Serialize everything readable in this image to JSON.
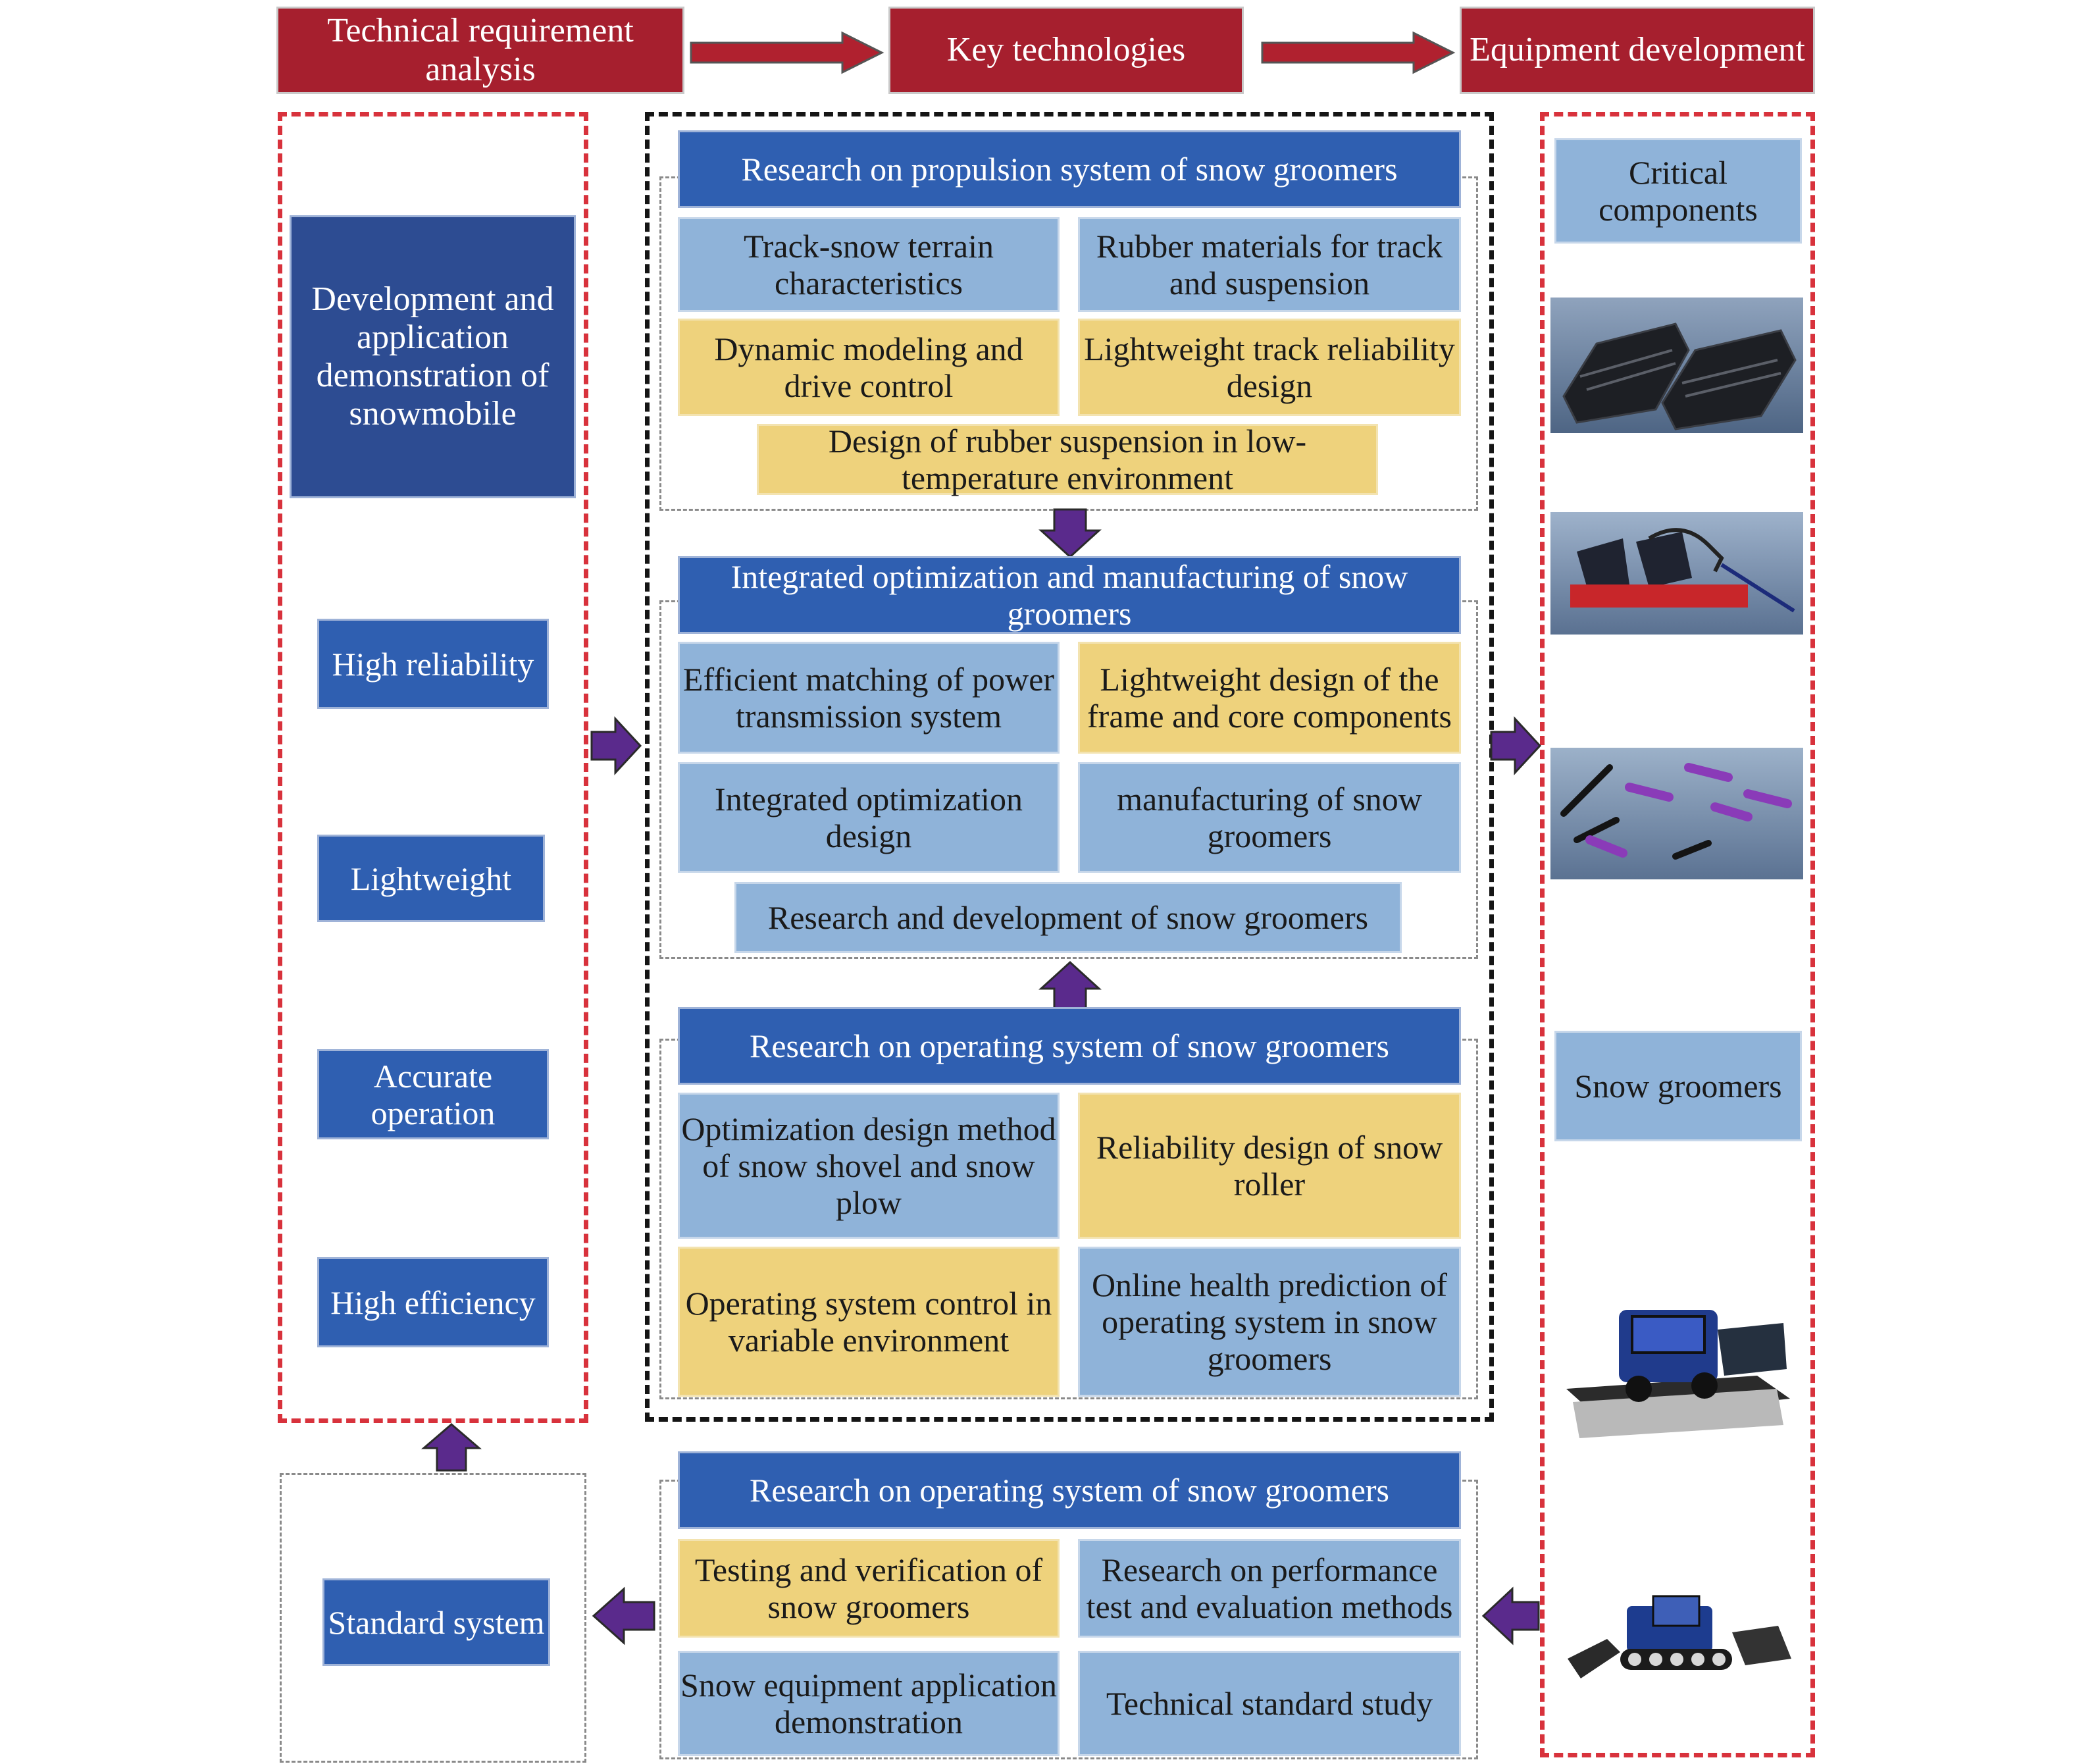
{
  "headers": {
    "technical": "Technical requirement analysis",
    "key": "Key technologies",
    "equipment": "Equipment development"
  },
  "left": {
    "main": "Development and application demonstration of snowmobile",
    "reliability": "High reliability",
    "lightweight": "Lightweight",
    "accurate": "Accurate operation",
    "efficiency": "High efficiency",
    "standard": "Standard system"
  },
  "propulsion": {
    "title": "Research on propulsion system of snow groomers",
    "track_snow": "Track-snow terrain characteristics",
    "rubber": "Rubber materials for track and suspension",
    "dynamic": "Dynamic modeling and drive control",
    "lightweight_track": "Lightweight track reliability design",
    "suspension": "Design of rubber suspension in low-temperature environment"
  },
  "integrated": {
    "title": "Integrated optimization and manufacturing of snow groomers",
    "power": "Efficient matching of power transmission system",
    "frame": "Lightweight design of the frame and core components",
    "optimization": "Integrated optimization design",
    "manufacturing": "manufacturing of snow groomers",
    "rnd": "Research and development of snow groomers"
  },
  "operating": {
    "title": "Research on operating system of snow groomers",
    "shovel": "Optimization design method of snow shovel and snow plow",
    "roller": "Reliability design of snow roller",
    "control": "Operating system control in variable environment",
    "health": "Online health prediction of operating system in snow groomers"
  },
  "testing": {
    "title": "Research on operating system of snow groomers",
    "testing": "Testing and verification of snow groomers",
    "performance": "Research on performance test and evaluation methods",
    "demo": "Snow equipment application demonstration",
    "standard": "Technical standard study"
  },
  "right": {
    "critical": "Critical components",
    "groomers": "Snow groomers"
  },
  "colors": {
    "header_red": "#a61f2e",
    "title_blue": "#2f5fb1",
    "light_blue": "#8fb3d9",
    "yellow": "#eed27c",
    "arrow_purple": "#5a2a8c",
    "dash_red": "#d8323c"
  }
}
